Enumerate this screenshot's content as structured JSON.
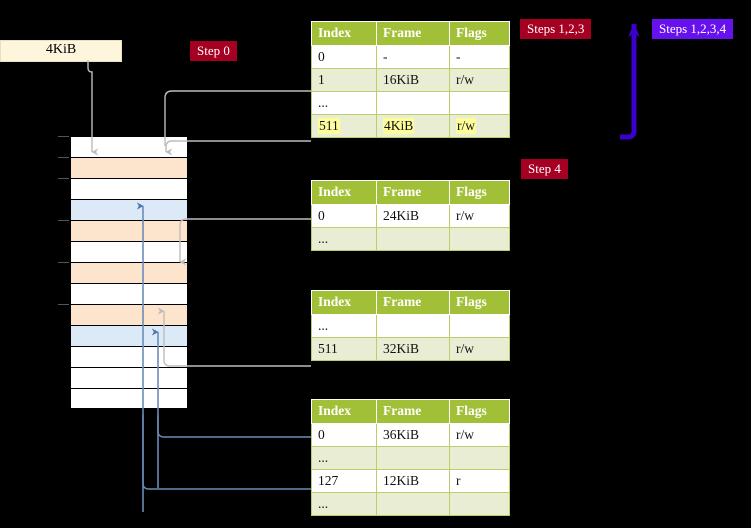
{
  "labels": {
    "source_box": "4KiB",
    "step0": "Step 0",
    "step4": "Step 4",
    "steps123": "Steps 1,2,3",
    "steps1234": "Steps 1,2,3,4"
  },
  "colors": {
    "badge_red": "#a50021",
    "badge_violet": "#6611ee",
    "table_header": "#a2c037",
    "table_alt_row": "#e8edd3",
    "highlight": "#fdfd9c",
    "memory_orange": "#fde4cd",
    "memory_blue": "#dce9f7",
    "connector_gray": "#b3b3b3",
    "connector_blue": "#6688bb",
    "bracket_violet": "#3a00cc"
  },
  "tables": [
    {
      "id": "pml4",
      "headers": [
        "Index",
        "Frame",
        "Flags"
      ],
      "rows": [
        {
          "cells": [
            "0",
            "-",
            "-"
          ],
          "style": "plain",
          "highlight": false
        },
        {
          "cells": [
            "1",
            "16KiB",
            "r/w"
          ],
          "style": "alt",
          "highlight": false
        },
        {
          "cells": [
            "...",
            "",
            ""
          ],
          "style": "plain",
          "highlight": false
        },
        {
          "cells": [
            "511",
            "4KiB",
            "r/w"
          ],
          "style": "alt",
          "highlight": true
        }
      ]
    },
    {
      "id": "pdpt",
      "headers": [
        "Index",
        "Frame",
        "Flags"
      ],
      "rows": [
        {
          "cells": [
            "0",
            "24KiB",
            "r/w"
          ],
          "style": "plain",
          "highlight": false
        },
        {
          "cells": [
            "...",
            "",
            ""
          ],
          "style": "alt",
          "highlight": false
        }
      ]
    },
    {
      "id": "pd",
      "headers": [
        "Index",
        "Frame",
        "Flags"
      ],
      "rows": [
        {
          "cells": [
            "...",
            "",
            ""
          ],
          "style": "plain",
          "highlight": false
        },
        {
          "cells": [
            "511",
            "32KiB",
            "r/w"
          ],
          "style": "alt",
          "highlight": false
        }
      ]
    },
    {
      "id": "pt",
      "headers": [
        "Index",
        "Frame",
        "Flags"
      ],
      "rows": [
        {
          "cells": [
            "0",
            "36KiB",
            "r/w"
          ],
          "style": "plain",
          "highlight": false
        },
        {
          "cells": [
            "...",
            "",
            ""
          ],
          "style": "alt",
          "highlight": false
        },
        {
          "cells": [
            "127",
            "12KiB",
            "r"
          ],
          "style": "plain",
          "highlight": false
        },
        {
          "cells": [
            "...",
            "",
            ""
          ],
          "style": "alt",
          "highlight": false
        }
      ]
    }
  ],
  "memory_column": {
    "row_count": 13,
    "rows": [
      {
        "index": 0,
        "fill": "white",
        "tick": true
      },
      {
        "index": 1,
        "fill": "orange",
        "tick": true
      },
      {
        "index": 2,
        "fill": "white",
        "tick": true
      },
      {
        "index": 3,
        "fill": "blue",
        "tick": false
      },
      {
        "index": 4,
        "fill": "orange",
        "tick": true
      },
      {
        "index": 5,
        "fill": "white",
        "tick": false
      },
      {
        "index": 6,
        "fill": "orange",
        "tick": true
      },
      {
        "index": 7,
        "fill": "white",
        "tick": false
      },
      {
        "index": 8,
        "fill": "orange",
        "tick": true
      },
      {
        "index": 9,
        "fill": "blue",
        "tick": false
      },
      {
        "index": 10,
        "fill": "white",
        "tick": false
      },
      {
        "index": 11,
        "fill": "white",
        "tick": false
      },
      {
        "index": 12,
        "fill": "white",
        "tick": false
      }
    ]
  }
}
